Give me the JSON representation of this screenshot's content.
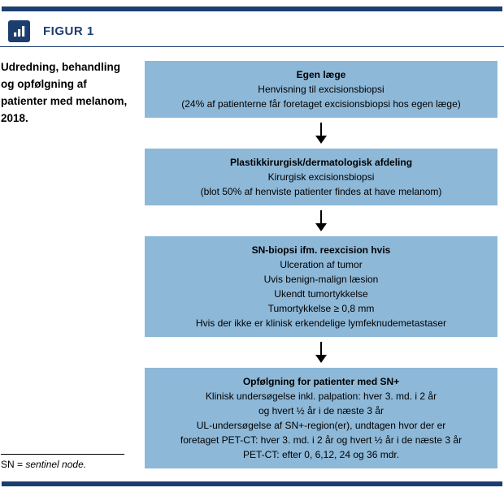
{
  "header": {
    "figure_label": "FIGUR 1"
  },
  "caption": "Udredning, behandling og opfølgning af patienter med melanom, 2018.",
  "footnote": {
    "prefix": "SN = ",
    "italic": "sentinel node."
  },
  "colors": {
    "navy": "#1c3e6e",
    "box_blue": "#8db8d8",
    "text": "#000000"
  },
  "icons": {
    "header_icon": "bar-chart-icon",
    "connector_icon": "down-arrow-icon"
  },
  "flowchart": {
    "boxes": [
      {
        "title": "Egen læge",
        "lines": [
          "Henvisning til excisionsbiopsi",
          "(24% af patienterne får foretaget excisionsbiopsi hos egen læge)"
        ]
      },
      {
        "title": "Plastikkirurgisk/dermatologisk afdeling",
        "lines": [
          "Kirurgisk excisionsbiopsi",
          "(blot 50% af henviste patienter findes at have melanom)"
        ]
      },
      {
        "title": "SN-biopsi ifm. reexcision hvis",
        "lines": [
          "Ulceration af tumor",
          "Uvis benign-malign læsion",
          "Ukendt tumortykkelse",
          "Tumortykkelse ≥ 0,8 mm",
          "Hvis der ikke er klinisk erkendelige lymfeknudemetastaser"
        ]
      },
      {
        "title": "Opfølgning for patienter med SN+",
        "lines": [
          "Klinisk undersøgelse inkl. palpation: hver 3. md. i 2 år",
          "og hvert ½ år i de næste 3 år",
          "UL-undersøgelse af SN+-region(er), undtagen hvor der er",
          "foretaget PET-CT: hver 3. md. i 2 år og hvert ½ år i de næste 3 år",
          "PET-CT: efter 0, 6,12, 24 og 36 mdr."
        ]
      }
    ]
  }
}
